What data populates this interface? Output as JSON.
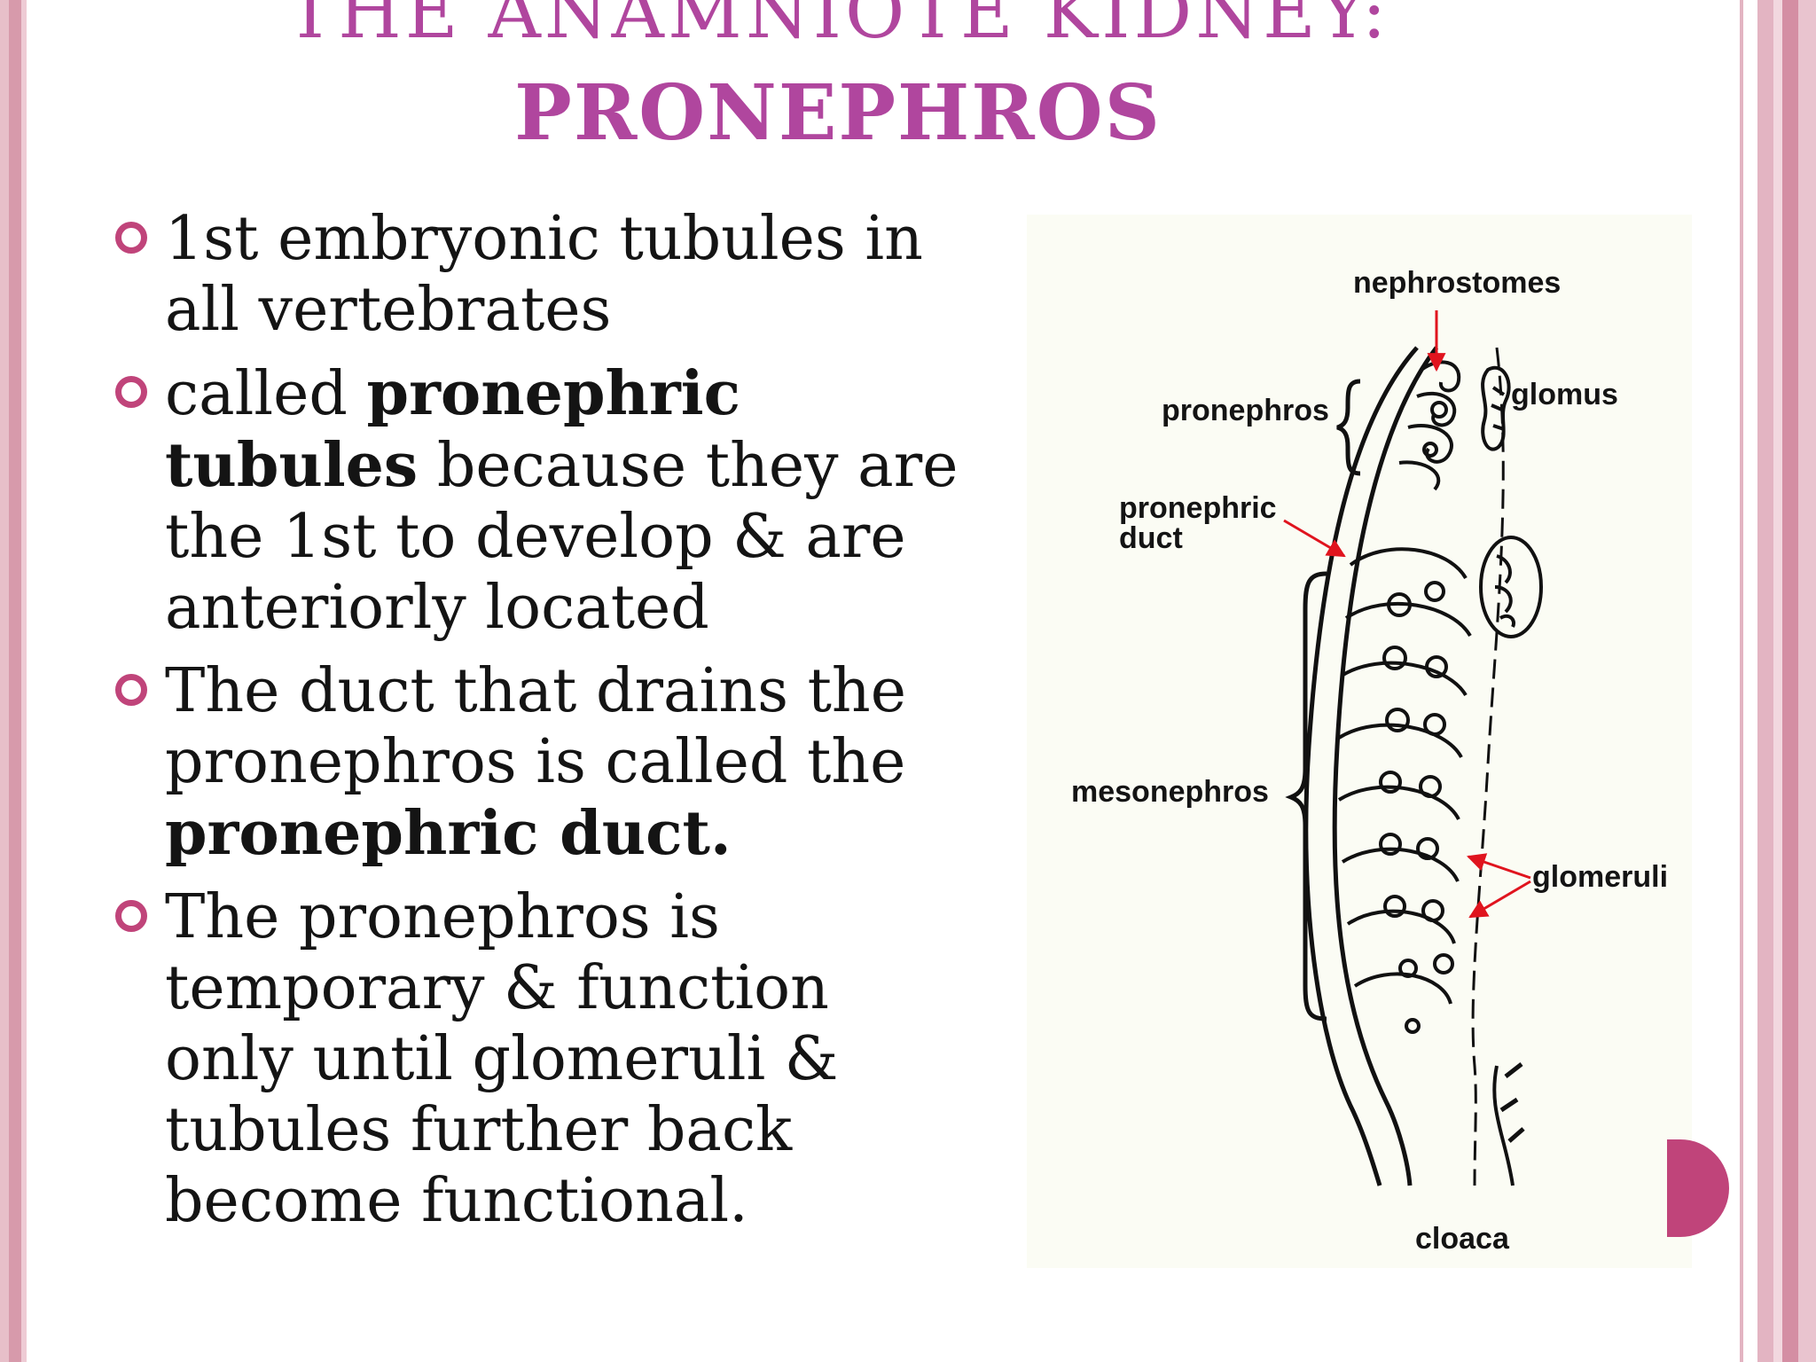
{
  "title": {
    "line1": "THE ANAMNIOTE KIDNEY:",
    "line2": "PRONEPHROS"
  },
  "bullets": [
    {
      "pre": "1st embryonic tubules in all vertebrates",
      "bold": "",
      "post": ""
    },
    {
      "pre": "called ",
      "bold": "pronephric tubules",
      "post": " because they are the 1st to develop & are anteriorly located"
    },
    {
      "pre": "The duct that drains the pronephros is called the ",
      "bold": "pronephric duct.",
      "post": ""
    },
    {
      "pre": "The pronephros is temporary & function only until glomeruli & tubules further back become functional.",
      "bold": "",
      "post": ""
    }
  ],
  "figure": {
    "labels": {
      "nephrostomes": "nephrostomes",
      "pronephros": "pronephros",
      "glomus": "glomus",
      "pronephric_duct_1": "pronephric",
      "pronephric_duct_2": "duct",
      "mesonephros": "mesonephros",
      "glomeruli": "glomeruli",
      "cloaca": "cloaca"
    },
    "arrow_color": "#e0141e"
  }
}
